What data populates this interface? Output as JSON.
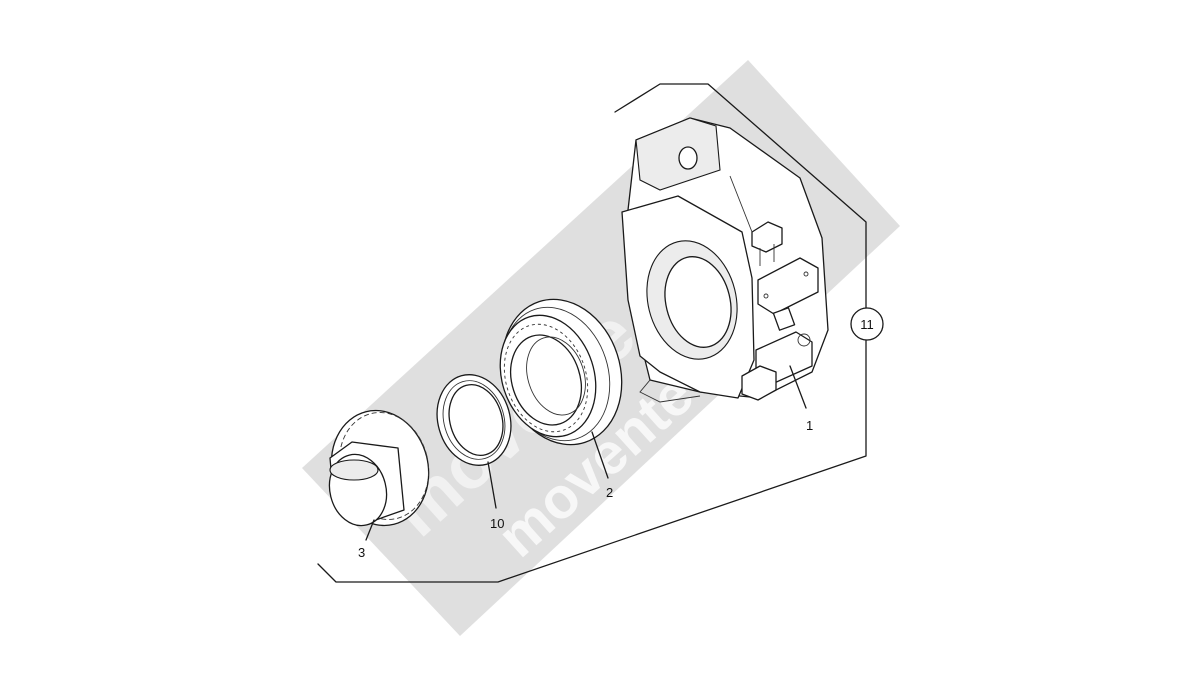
{
  "callouts": {
    "part_1": "1",
    "part_2": "2",
    "part_3": "3",
    "part_10": "10",
    "kit_11": "11"
  },
  "watermark": {
    "text": "movente",
    "color": "#d9d9d9"
  },
  "colors": {
    "line": "#1a1a1a",
    "background": "#ffffff"
  }
}
